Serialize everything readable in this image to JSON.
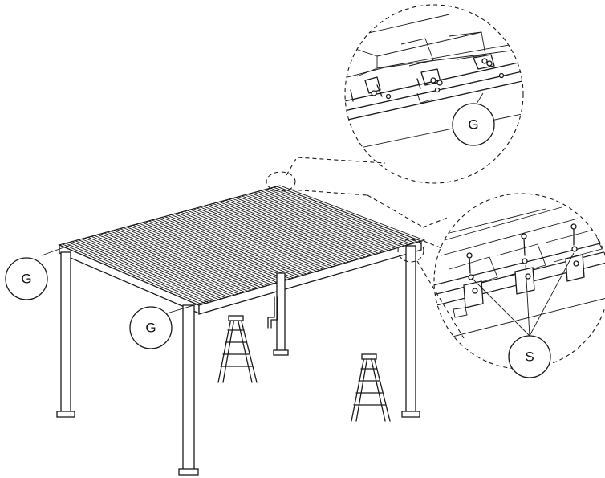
{
  "callouts": {
    "left_g": "G",
    "front_g": "G",
    "detail_top_g": "G",
    "detail_bottom_s": "S"
  }
}
